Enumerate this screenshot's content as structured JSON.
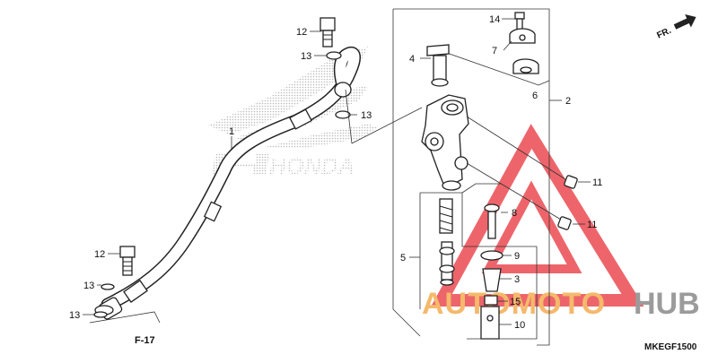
{
  "diagram": {
    "code": "MKEGF1500",
    "fr_label": "FR.",
    "ref_label": "F-17",
    "brand_watermark": "HONDA",
    "overlay_logo_text_a": "AUTOMOTO",
    "overlay_logo_text_b": "HUB",
    "colors": {
      "line": "#222222",
      "honda_dots": "#bbbbbb",
      "overlay_red": "#e8323a",
      "overlay_orange": "#f2a23a",
      "overlay_grey": "#7a7a7a"
    },
    "callouts": [
      {
        "id": "c12a",
        "text": "12"
      },
      {
        "id": "c13a",
        "text": "13"
      },
      {
        "id": "c13b",
        "text": "13"
      },
      {
        "id": "c1",
        "text": "1"
      },
      {
        "id": "c12b",
        "text": "12"
      },
      {
        "id": "c13c",
        "text": "13"
      },
      {
        "id": "c13d",
        "text": "13"
      },
      {
        "id": "c14",
        "text": "14"
      },
      {
        "id": "c7",
        "text": "7"
      },
      {
        "id": "c4",
        "text": "4"
      },
      {
        "id": "c6",
        "text": "6"
      },
      {
        "id": "c2",
        "text": "2"
      },
      {
        "id": "c11a",
        "text": "11"
      },
      {
        "id": "c8",
        "text": "8"
      },
      {
        "id": "c11b",
        "text": "11"
      },
      {
        "id": "c5",
        "text": "5"
      },
      {
        "id": "c9",
        "text": "9"
      },
      {
        "id": "c3",
        "text": "3"
      },
      {
        "id": "c15",
        "text": "15"
      },
      {
        "id": "c10",
        "text": "10"
      }
    ]
  }
}
